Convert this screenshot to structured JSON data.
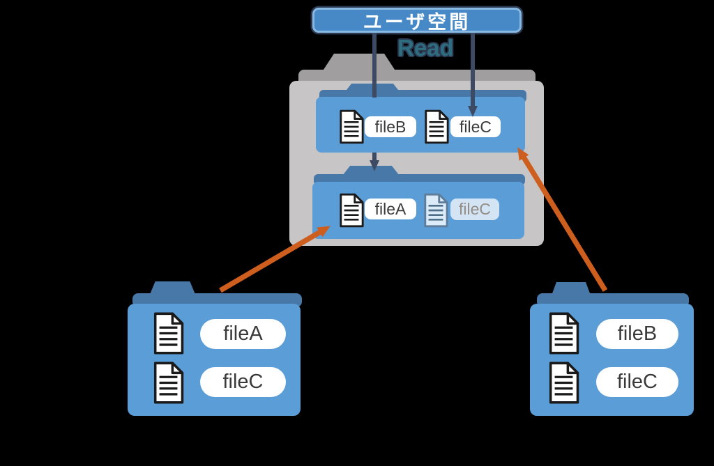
{
  "diagram": {
    "user_space_label": "ユーザ空間",
    "read_label": "Read",
    "merged_view": {
      "upper_layer": {
        "files": [
          {
            "name": "fileB",
            "state": "normal"
          },
          {
            "name": "fileC",
            "state": "normal"
          }
        ]
      },
      "lower_layer": {
        "files": [
          {
            "name": "fileA",
            "state": "normal"
          },
          {
            "name": "fileC",
            "state": "faded"
          }
        ]
      }
    },
    "lower_source_folder": {
      "files": [
        {
          "name": "fileA"
        },
        {
          "name": "fileC"
        }
      ]
    },
    "upper_source_folder": {
      "files": [
        {
          "name": "fileB"
        },
        {
          "name": "fileC"
        }
      ]
    }
  },
  "colors": {
    "background": "#000000",
    "folder_blue": "#5b9dd6",
    "folder_blue_dark": "#4878a8",
    "folder_gray": "#c8c5c6",
    "folder_gray_dark": "#a19e9f",
    "arrow_navy": "#3d4a63",
    "arrow_orange": "#cd5e1e",
    "read_teal": "#2e6d80",
    "outline_navy": "#2c3a52",
    "userbox_fill": "#4788c6",
    "userbox_border": "#88b9e2",
    "doc_outline": "#1a1a1a",
    "faded_doc_fill": "#dcebf8",
    "faded_doc_stroke": "#5d7d9b",
    "faded_doc_line": "#4f7089",
    "faded_text": "#948d85",
    "label_text": "#3a3a3a",
    "label_bg": "#ffffff",
    "faded_label_bg": "#d3e4f4"
  }
}
